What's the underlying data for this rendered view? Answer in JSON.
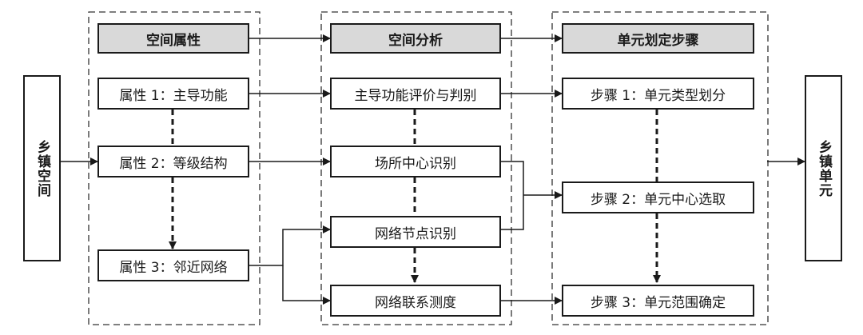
{
  "left_terminal": "乡镇空间",
  "right_terminal": "乡镇单元",
  "columns": [
    {
      "header": "空间属性",
      "items": [
        "属性 1：主导功能",
        "属性 2：等级结构",
        "属性 3：邻近网络"
      ]
    },
    {
      "header": "空间分析",
      "items": [
        "主导功能评价与判别",
        "场所中心识别",
        "网络节点识别",
        "网络联系测度"
      ]
    },
    {
      "header": "单元划定步骤",
      "items": [
        "步骤 1：单元类型划分",
        "步骤 2：单元中心选取",
        "步骤 3：单元范围确定"
      ]
    }
  ]
}
